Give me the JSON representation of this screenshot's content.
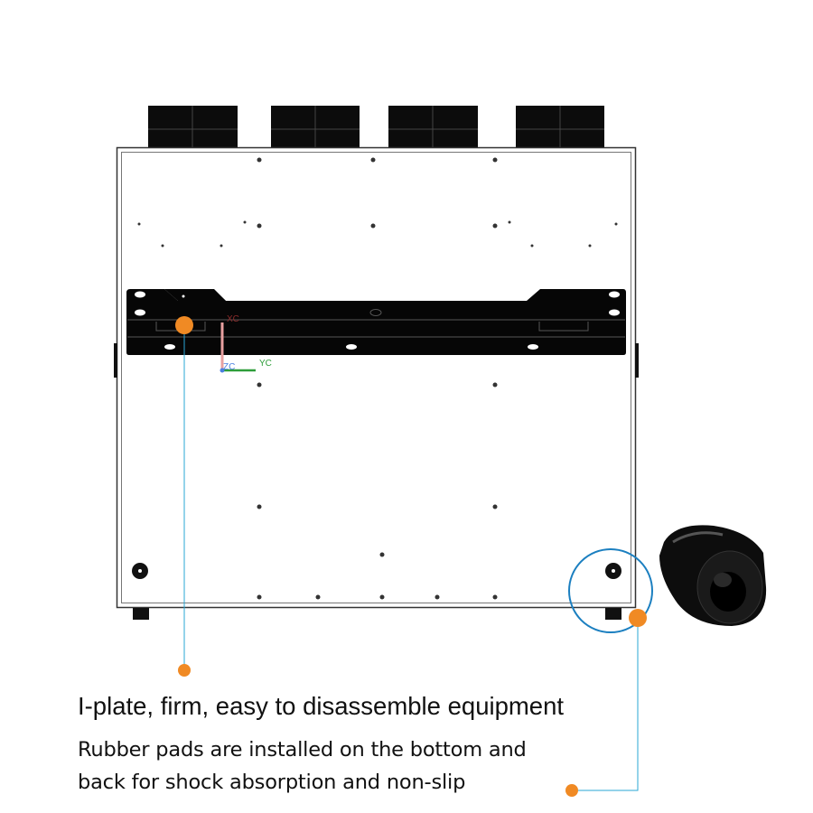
{
  "axis_labels": {
    "x": "XC",
    "y": "YC",
    "z": "ZC"
  },
  "captions": {
    "title": "I-plate, firm, easy to disassemble equipment",
    "line1": "Rubber pads are installed on the bottom and",
    "line2": "back for shock absorption and non-slip"
  },
  "colors": {
    "marker": "#f08a24",
    "highlight_circle": "#1b7fc0",
    "leader_line": "#2aa7d6",
    "axis_x": "#c0392b",
    "axis_y": "#2e9e3a",
    "axis_z": "#4a7fe0"
  }
}
